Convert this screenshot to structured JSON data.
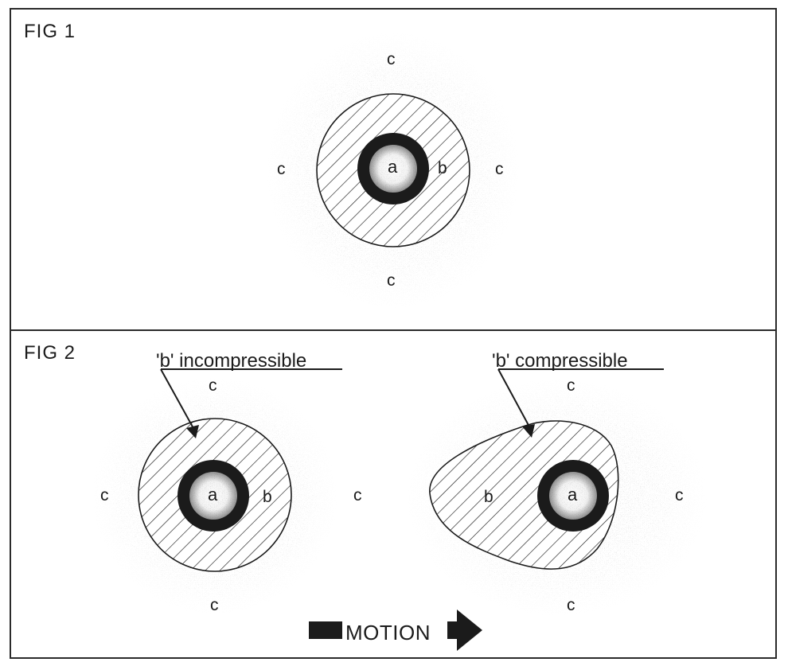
{
  "fig1": {
    "title": "FIG 1",
    "labels": {
      "a": "a",
      "b": "b",
      "c_top": "c",
      "c_left": "c",
      "c_right": "c",
      "c_bottom": "c"
    }
  },
  "fig2": {
    "title": "FIG 2",
    "left": {
      "callout": "'b' incompressible",
      "labels": {
        "a": "a",
        "b": "b",
        "c_top": "c",
        "c_left": "c",
        "c_right": "c",
        "c_bottom": "c"
      }
    },
    "right": {
      "callout": "'b' compressible",
      "labels": {
        "a": "a",
        "b": "b",
        "c_top": "c",
        "c_right": "c",
        "c_bottom": "c"
      }
    },
    "motion": "MOTION"
  },
  "colors": {
    "ink": "#1b1b1b",
    "paper": "#ffffff",
    "stipple": "#7a7a7a"
  },
  "icons": {
    "motion_arrow": "right-arrow-icon"
  }
}
